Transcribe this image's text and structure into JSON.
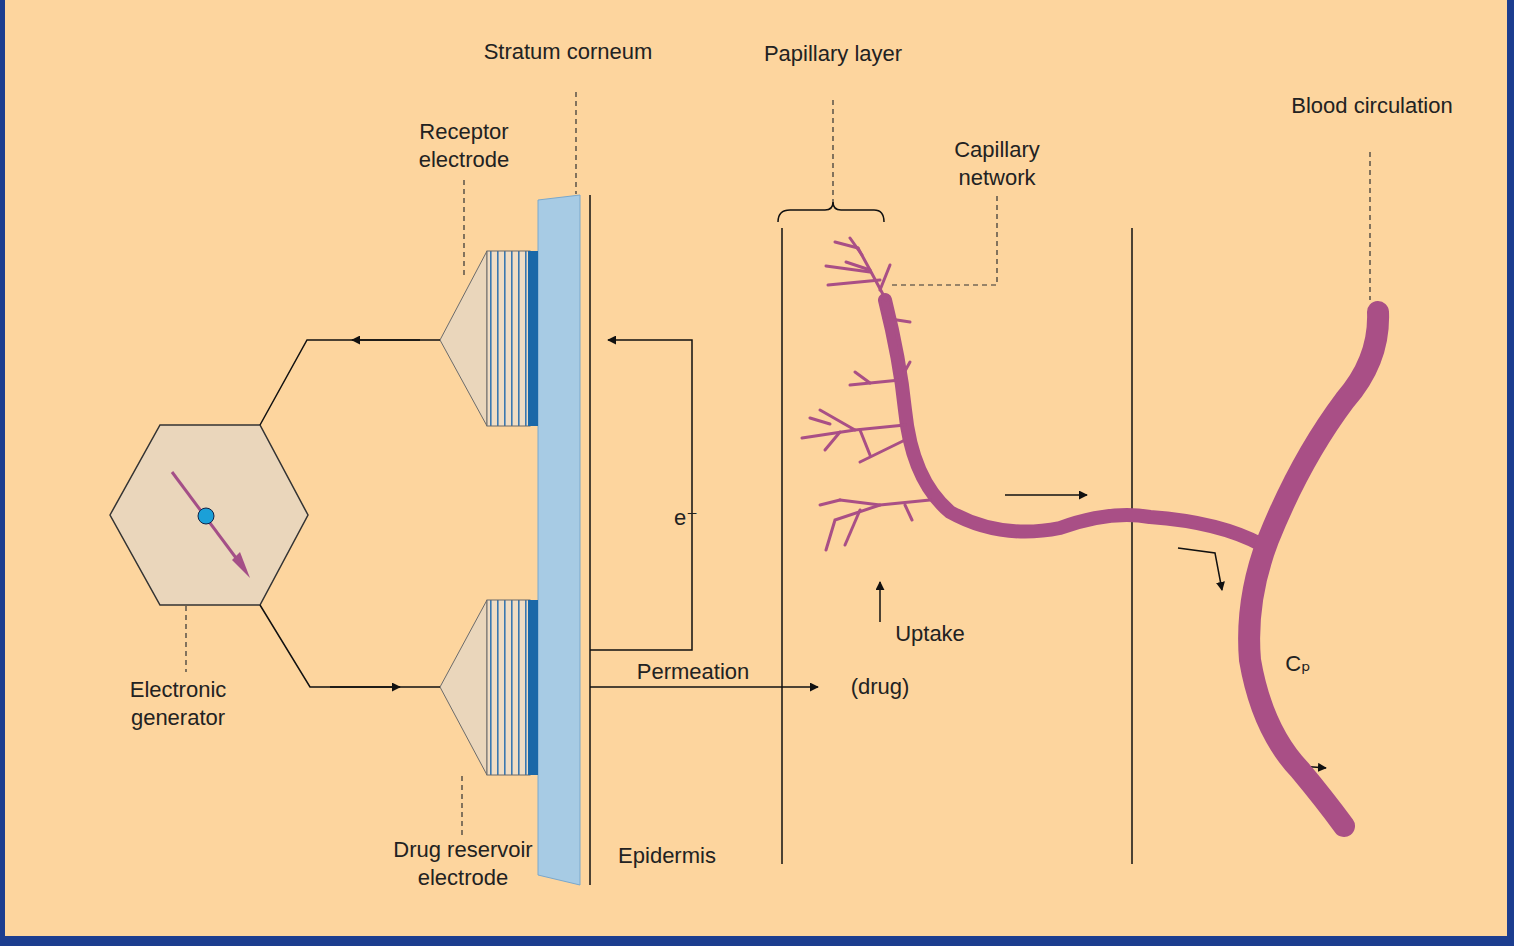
{
  "diagram": {
    "labels": [
      "Stratum corneum",
      "Papillary layer",
      "Receptor electrode",
      "Capillary network",
      "Blood circulation",
      "e⁻",
      "Uptake",
      "(drug)",
      "Permeation",
      "Electronic generator",
      "Drug reservoir electrode",
      "Epidermis",
      "Cₚ"
    ]
  }
}
